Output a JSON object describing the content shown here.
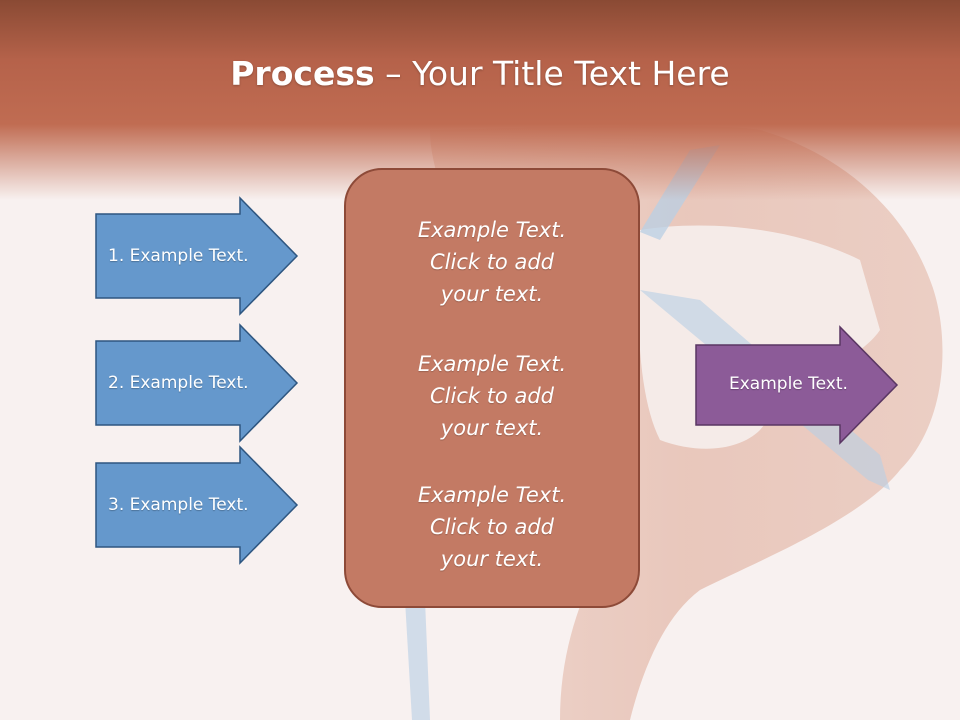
{
  "title": {
    "bold": "Process",
    "rest": " – Your Title Text Here"
  },
  "left_arrows": [
    {
      "label": "1. Example Text."
    },
    {
      "label": "2. Example Text."
    },
    {
      "label": "3. Example Text."
    }
  ],
  "center_box": {
    "paragraphs": [
      {
        "line1": "Example Text.",
        "line2": "Click  to add",
        "line3": "your text."
      },
      {
        "line1": "Example Text.",
        "line2": "Click  to add",
        "line3": "your text."
      },
      {
        "line1": "Example Text.",
        "line2": "Click  to add",
        "line3": "your text."
      }
    ]
  },
  "right_arrow": {
    "label": "Example Text."
  },
  "colors": {
    "header_top": "#8a4a34",
    "header_mid": "#c06c52",
    "blue_arrow_fill": "#6598cc",
    "blue_arrow_stroke": "#2e5680",
    "box_fill": "#c37a64",
    "box_stroke": "#8d4a38",
    "purple_arrow_fill": "#8c5b98",
    "purple_arrow_stroke": "#5a3663"
  }
}
